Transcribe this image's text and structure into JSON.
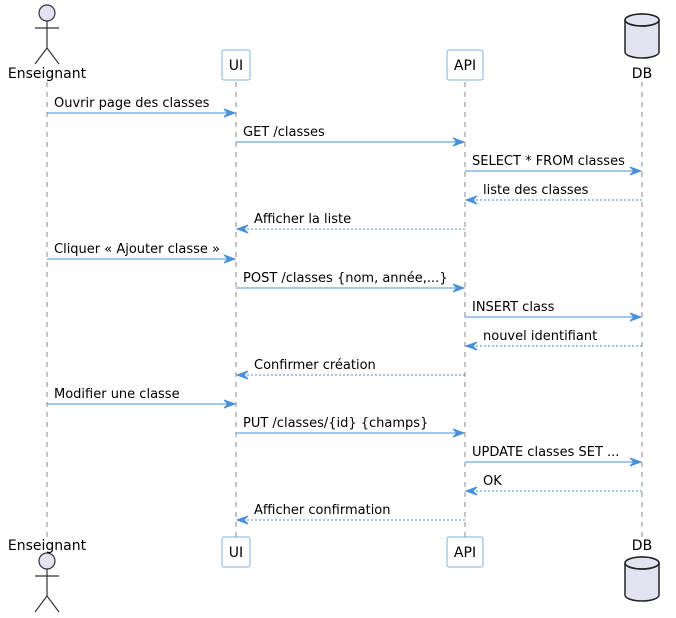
{
  "participants": [
    {
      "name": "Enseignant",
      "kind": "actor"
    },
    {
      "name": "UI",
      "kind": "participant"
    },
    {
      "name": "API",
      "kind": "participant"
    },
    {
      "name": "DB",
      "kind": "database"
    }
  ],
  "messages": [
    {
      "from": 0,
      "to": 1,
      "text": "Ouvrir page des classes",
      "style": "solid"
    },
    {
      "from": 1,
      "to": 2,
      "text": "GET /classes",
      "style": "solid"
    },
    {
      "from": 2,
      "to": 3,
      "text": "SELECT * FROM classes",
      "style": "solid"
    },
    {
      "from": 3,
      "to": 2,
      "text": "liste des classes",
      "style": "dashed"
    },
    {
      "from": 2,
      "to": 1,
      "text": "Afficher la liste",
      "style": "dashed"
    },
    {
      "from": 0,
      "to": 1,
      "text": "Cliquer « Ajouter classe »",
      "style": "solid"
    },
    {
      "from": 1,
      "to": 2,
      "text": "POST /classes {nom, année,...}",
      "style": "solid"
    },
    {
      "from": 2,
      "to": 3,
      "text": "INSERT class",
      "style": "solid"
    },
    {
      "from": 3,
      "to": 2,
      "text": "nouvel identifiant",
      "style": "dashed"
    },
    {
      "from": 2,
      "to": 1,
      "text": "Confirmer création",
      "style": "dashed"
    },
    {
      "from": 0,
      "to": 1,
      "text": "Modifier une classe",
      "style": "solid"
    },
    {
      "from": 1,
      "to": 2,
      "text": "PUT /classes/{id} {champs}",
      "style": "solid"
    },
    {
      "from": 2,
      "to": 3,
      "text": "UPDATE classes SET ...",
      "style": "solid"
    },
    {
      "from": 3,
      "to": 2,
      "text": "OK",
      "style": "dashed"
    },
    {
      "from": 2,
      "to": 1,
      "text": "Afficher confirmation",
      "style": "dashed"
    }
  ],
  "colors": {
    "arrow": "#4a90d9",
    "lifeline": "#888888",
    "box_border": "#7fb0e0",
    "box_fill": "#ffffff",
    "actor_fill": "#e2e2f0",
    "db_fill": "#e2e2f0",
    "text": "#000000"
  }
}
